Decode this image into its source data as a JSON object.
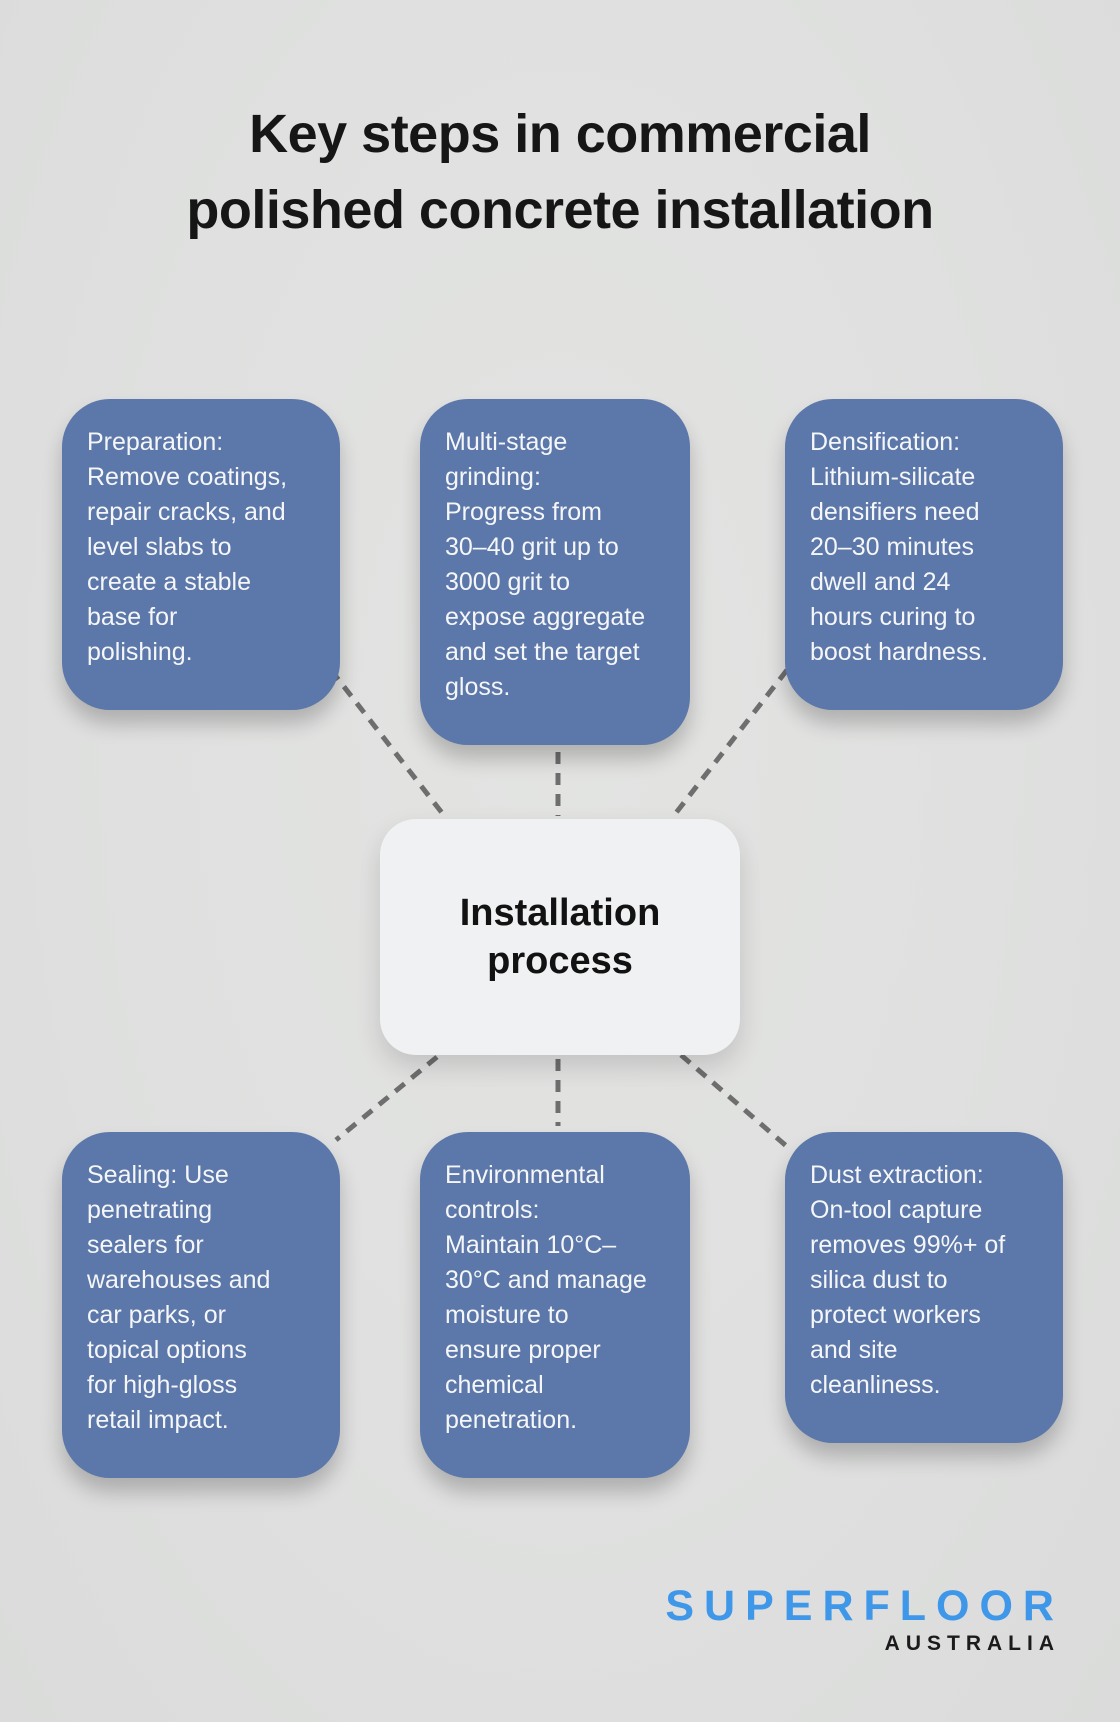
{
  "title": "Key steps in commercial\npolished concrete installation",
  "center_node": {
    "label": "Installation\nprocess"
  },
  "steps": [
    {
      "name": "preparation",
      "text": "Preparation:\nRemove coatings,\nrepair cracks, and\nlevel slabs to\ncreate a stable\nbase for\npolishing."
    },
    {
      "name": "multi-stage-grinding",
      "text": "Multi-stage\ngrinding:\nProgress from\n30–40 grit up to\n3000 grit to\nexpose aggregate\nand set the target\ngloss."
    },
    {
      "name": "densification",
      "text": "Densification:\nLithium-silicate\ndensifiers need\n20–30 minutes\ndwell and 24\nhours curing to\nboost hardness."
    },
    {
      "name": "sealing",
      "text": "Sealing: Use\npenetrating\nsealers for\nwarehouses and\ncar parks, or\ntopical options\nfor high-gloss\nretail impact."
    },
    {
      "name": "environmental-controls",
      "text": "Environmental\ncontrols:\nMaintain 10°C–\n30°C and manage\nmoisture to\nensure proper\nchemical\npenetration."
    },
    {
      "name": "dust-extraction",
      "text": "Dust extraction:\nOn-tool capture\nremoves 99%+ of\nsilica dust to\nprotect workers\nand site\ncleanliness."
    }
  ],
  "logo": {
    "brand": "SUPERFLOOR",
    "region": "AUSTRALIA"
  },
  "colors": {
    "background": "#DFE0DF",
    "step_box": "#5C77A9",
    "step_text": "#F5F6F8",
    "center_box": "#F0F1F2",
    "title_text": "#161616",
    "connector": "#6E6E6E",
    "logo_blue": "#3E97E9",
    "logo_black": "#1B1B1B"
  }
}
